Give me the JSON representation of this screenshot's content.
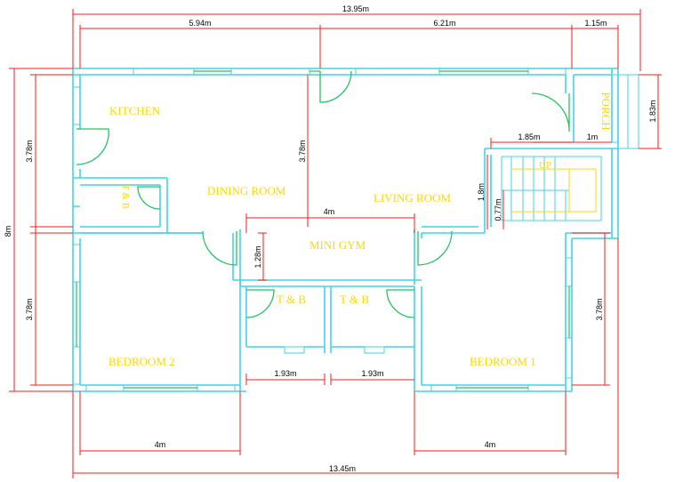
{
  "rooms": {
    "kitchen": "KITCHEN",
    "dining_room": "DINING ROOM",
    "living_room": "LIVING ROOM",
    "mini_gym": "MINI GYM",
    "tb_kitchen": "T & B",
    "tb_left": "T & B",
    "tb_right": "T & B",
    "bedroom_2": "BEDROOM 2",
    "bedroom_1": "BEDROOM 1",
    "porch": "PORCH",
    "stair_up": "UP"
  },
  "dimensions": {
    "overall_top": "13.95m",
    "top_left": "5.94m",
    "top_mid": "6.21m",
    "top_right": "1.15m",
    "overall_bottom": "13.45m",
    "left_overall": "8m",
    "left_upper": "3.78m",
    "left_lower": "3.78m",
    "center_vertical": "3.78m",
    "gym_width": "4m",
    "gym_depth": "1.28m",
    "porch_depth": "1.83m",
    "stair_landing": "1.85m",
    "porch_step": "1m",
    "stair_height": "1.8m",
    "stair_step": "0.77m",
    "right_lower": "3.78m",
    "bath_left": "1.93m",
    "bath_right": "1.93m",
    "bed2_width": "4m",
    "bed1_width": "4m"
  },
  "colors": {
    "wall": "#3fd6e6",
    "door": "#22c55e",
    "dimension": "#ff1a1a",
    "label": "#ffd700"
  }
}
